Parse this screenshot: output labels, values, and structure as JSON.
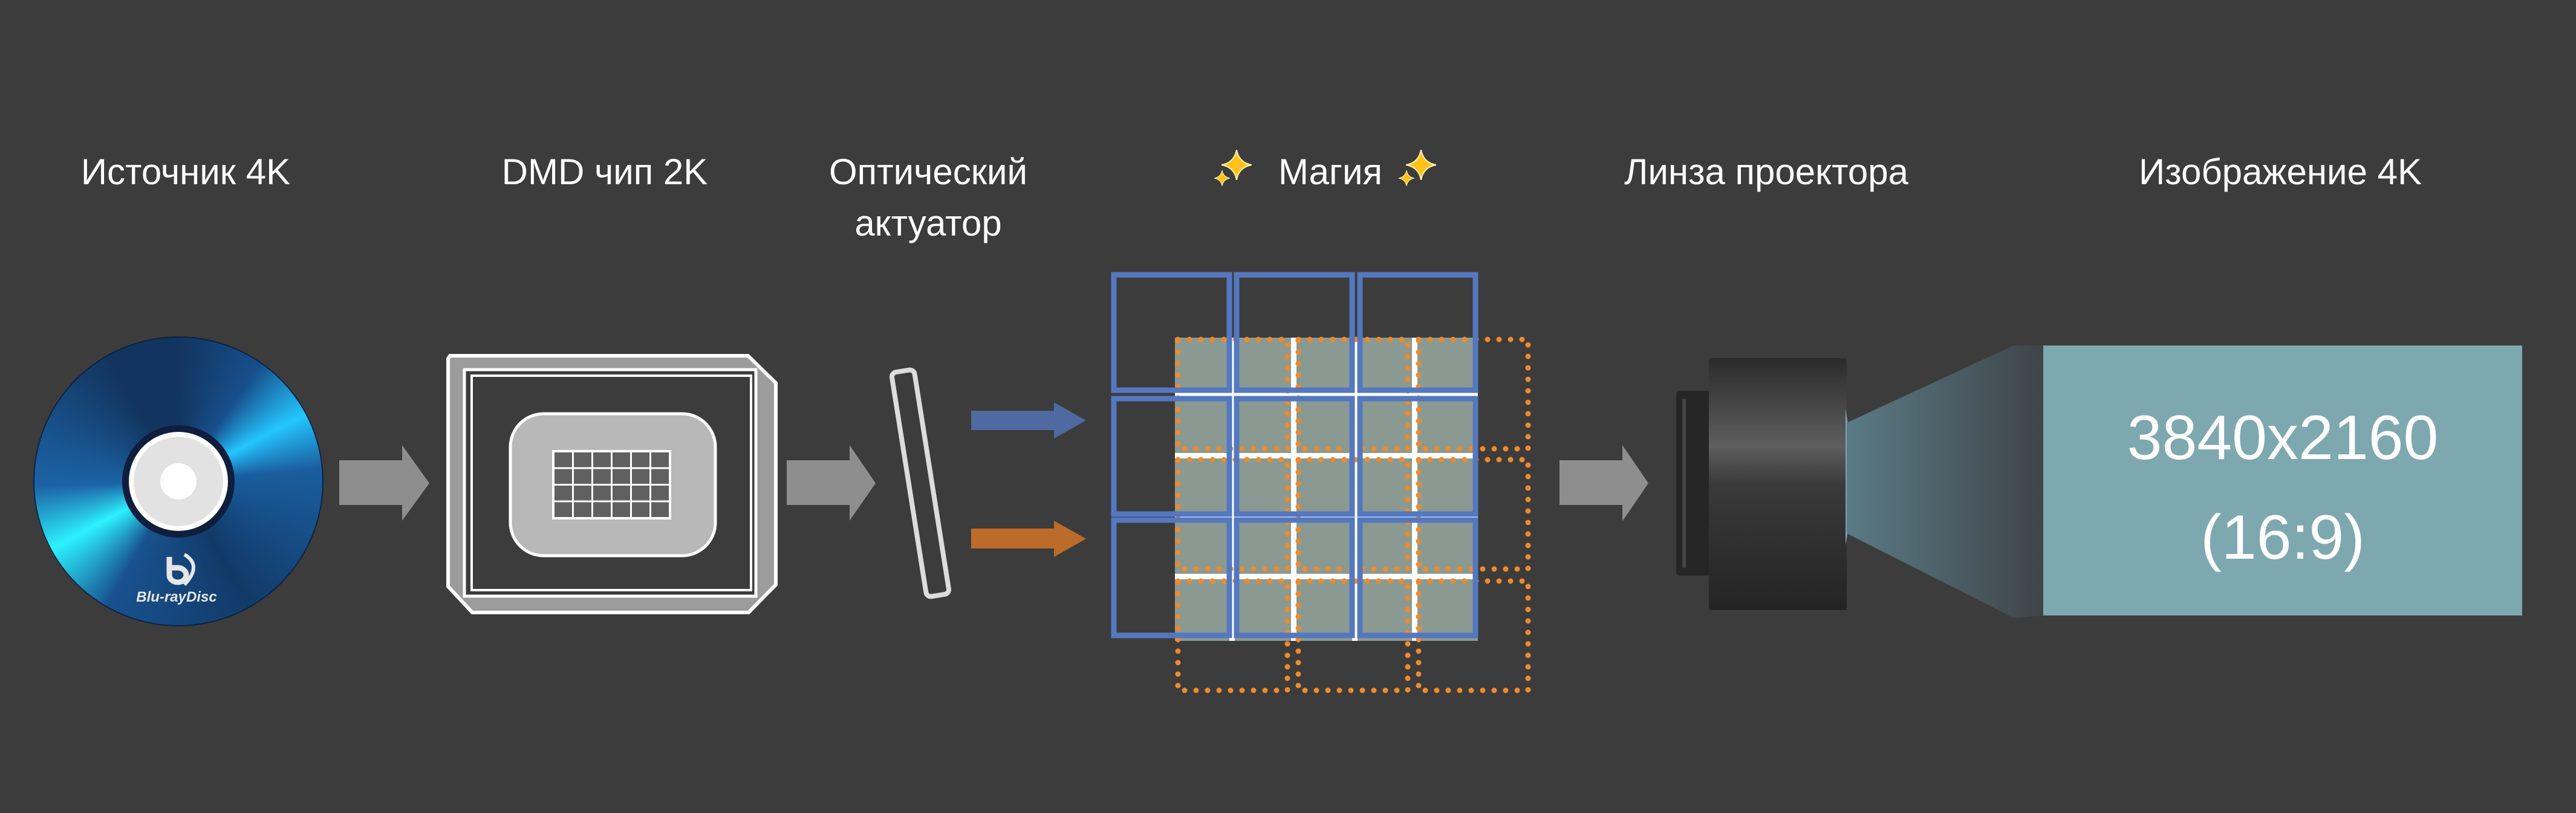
{
  "stages": [
    {
      "label": "Источник 4K"
    },
    {
      "label": "DMD чип 2K"
    },
    {
      "label_line1": "Оптический",
      "label_line2": "актуатор"
    },
    {
      "label": "Магия"
    },
    {
      "label": "Линза проектора"
    },
    {
      "label": "Изображение 4K"
    }
  ],
  "disc_logo": "Blu-rayDisc",
  "screen": {
    "resolution": "3840x2160",
    "aspect": "(16:9)"
  },
  "colors": {
    "background": "#3c3c3c",
    "blue_pixel": "#5478c0",
    "orange_pixel": "#f08a2a",
    "pixel_fill": "#8a9a92",
    "screen": "#7ea8b0",
    "arrow": "#8e8e8e"
  }
}
